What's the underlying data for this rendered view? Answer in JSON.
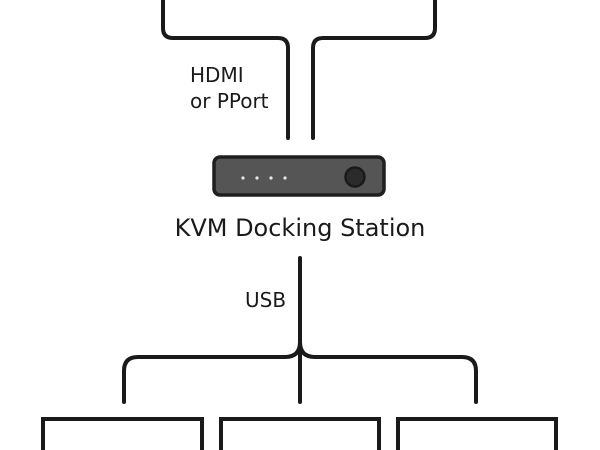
{
  "labels": {
    "video_line1": "HDMI",
    "video_line2": "or PPort",
    "device_title": "KVM Docking Station",
    "usb": "USB"
  },
  "colors": {
    "stroke": "#1a1a1a",
    "device_body": "#555555",
    "device_outline": "#1f1f1f",
    "device_port": "#2b2b2b",
    "background": "#ffffff"
  },
  "icons": {
    "device": "kvm-docking-station-icon",
    "indicator_lights": "indicator-dots-icon",
    "power_button": "power-button-icon"
  }
}
